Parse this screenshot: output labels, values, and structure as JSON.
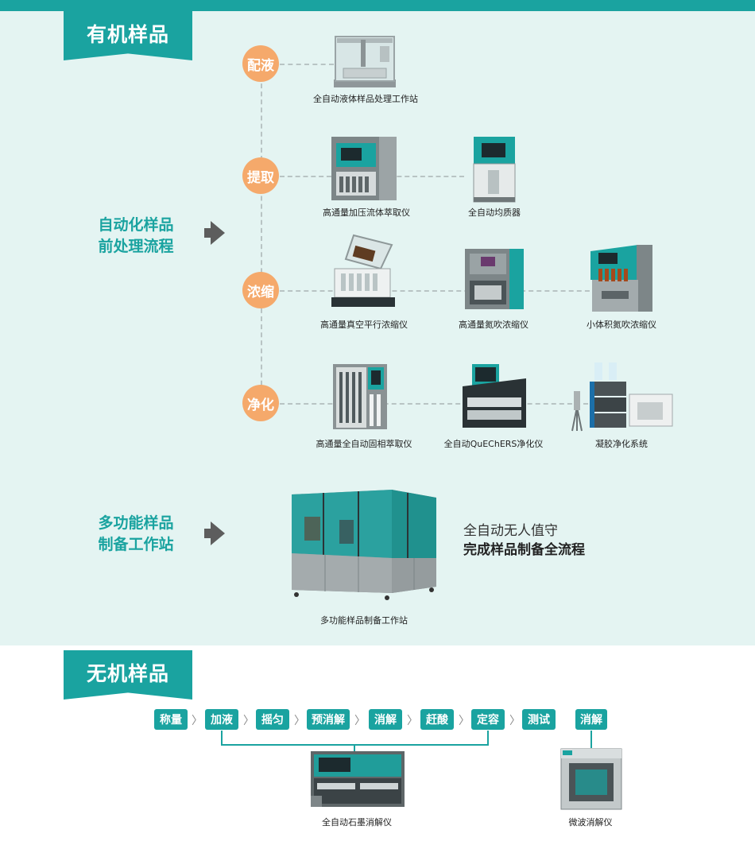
{
  "organic": {
    "title": "有机样品",
    "pretreatment_label_line1": "自动化样品",
    "pretreatment_label_line2": "前处理流程",
    "workstation_label_line1": "多功能样品",
    "workstation_label_line2": "制备工作站",
    "steps": [
      "配液",
      "提取",
      "浓缩",
      "净化"
    ],
    "instruments": {
      "liquid_workstation": "全自动液体样品处理工作站",
      "pfe_extractor": "高通量加压流体萃取仪",
      "homogenizer": "全自动均质器",
      "vacuum_concentrator": "高通量真空平行浓缩仪",
      "nitrogen_concentrator": "高通量氮吹浓缩仪",
      "small_nitrogen_concentrator": "小体积氮吹浓缩仪",
      "spe_extractor": "高通量全自动固相萃取仪",
      "quechers": "全自动QuEChERS净化仪",
      "gpc_system": "凝胶净化系统",
      "multi_workstation": "多功能样品制备工作站"
    },
    "tagline_line1": "全自动无人值守",
    "tagline_line2": "完成样品制备全流程"
  },
  "inorganic": {
    "title": "无机样品",
    "process": [
      "称量",
      "加液",
      "摇匀",
      "预消解",
      "消解",
      "赶酸",
      "定容",
      "测试"
    ],
    "separator": "〉",
    "microwave_step": "消解",
    "instruments": {
      "graphite_digester": "全自动石墨消解仪",
      "microwave_digester": "微波消解仪"
    }
  },
  "colors": {
    "teal": "#1aa3a0",
    "orange": "#f5a96b",
    "light_bg": "#e4f4f2",
    "arrow_gray": "#5d5d5d"
  }
}
